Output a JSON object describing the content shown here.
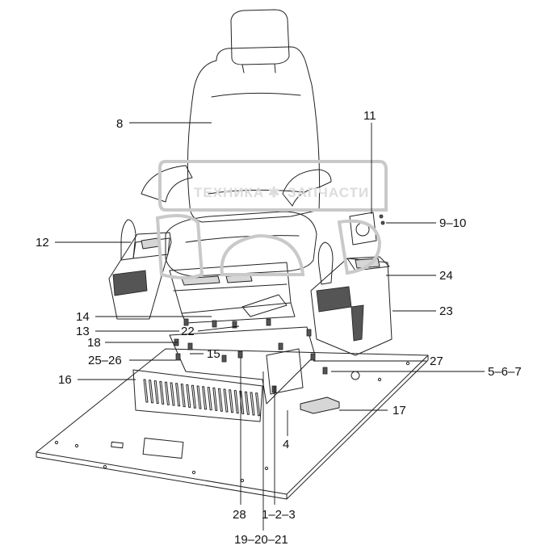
{
  "watermark": {
    "left_word": "ТЕХНИКА",
    "right_word": "ЗАПЧАСТИ"
  },
  "callouts": {
    "c8": "8",
    "c11": "11",
    "c9_10": "9–10",
    "c12": "12",
    "c24": "24",
    "c23": "23",
    "c14": "14",
    "c13": "13",
    "c22": "22",
    "c18": "18",
    "c15": "15",
    "c25_26": "25–26",
    "c27": "27",
    "c5_6_7": "5–6–7",
    "c16": "16",
    "c17": "17",
    "c4": "4",
    "c28": "28",
    "c1_2_3": "1–2–3",
    "c19_20_21": "19–20–21"
  }
}
